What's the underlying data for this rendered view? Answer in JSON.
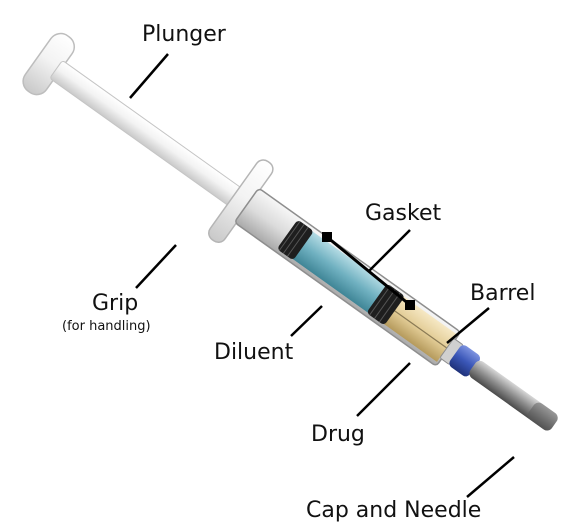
{
  "labels": {
    "plunger": "Plunger",
    "gasket": "Gasket",
    "barrel": "Barrel",
    "grip": "Grip",
    "grip_note": "(for handling)",
    "diluent": "Diluent",
    "drug": "Drug",
    "cap_and_needle": "Cap and Needle"
  },
  "colors": {
    "plunger": "#eeeeee",
    "diluent": "#7fb8c6",
    "drug": "#e6d2a4",
    "gasket": "#1e1e1e",
    "needle_hub": "#3b57b8",
    "cap": "#9a9a9a"
  }
}
